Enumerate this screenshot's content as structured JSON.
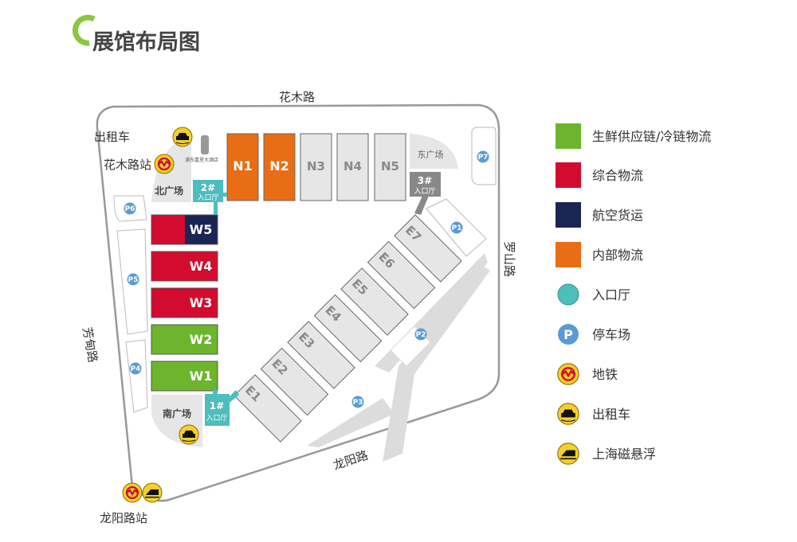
{
  "title": "展馆布局图",
  "colors": {
    "green": "#6db52c",
    "red": "#d20b2f",
    "navy": "#1b2553",
    "orange": "#e86d14",
    "teal": "#4dbdbd",
    "gray_hall": "#e6e6e6",
    "parking": "#5b9bd5",
    "yellow": "#f5cf2a",
    "accent": "#8cc63f"
  },
  "roads": {
    "north": "花木路",
    "east": "罗山路",
    "west": "芳甸路",
    "south": "龙阳路"
  },
  "stations": {
    "huamu_taxi": "出租车",
    "huamu_metro": "花木路站",
    "longyang": "龙阳路站"
  },
  "hotel": "浦东嘉里大酒店",
  "plazas": {
    "north": "北广场",
    "south": "南广场",
    "east": "东广场"
  },
  "entrances": [
    {
      "num": "1#",
      "label": "入口厅"
    },
    {
      "num": "2#",
      "label": "入口厅"
    },
    {
      "num": "3#",
      "label": "入口厅"
    }
  ],
  "halls": {
    "north": [
      "N1",
      "N2",
      "N3",
      "N4",
      "N5"
    ],
    "west": [
      "W5",
      "W4",
      "W3",
      "W2",
      "W1"
    ],
    "east": [
      "E1",
      "E2",
      "E3",
      "E4",
      "E5",
      "E6",
      "E7"
    ]
  },
  "parking": [
    "P1",
    "P2",
    "P3",
    "P4",
    "P5",
    "P6",
    "P7"
  ],
  "legend": [
    {
      "label": "生鲜供应链/冷链物流",
      "icon": "green-square"
    },
    {
      "label": "综合物流",
      "icon": "red-square"
    },
    {
      "label": "航空货运",
      "icon": "navy-square"
    },
    {
      "label": "内部物流",
      "icon": "orange-square"
    },
    {
      "label": "入口厅",
      "icon": "teal-circle"
    },
    {
      "label": "停车场",
      "icon": "parking-icon",
      "symbol": "P"
    },
    {
      "label": "地铁",
      "icon": "metro-icon"
    },
    {
      "label": "出租车",
      "icon": "taxi-icon"
    },
    {
      "label": "上海磁悬浮",
      "icon": "maglev-icon"
    }
  ]
}
